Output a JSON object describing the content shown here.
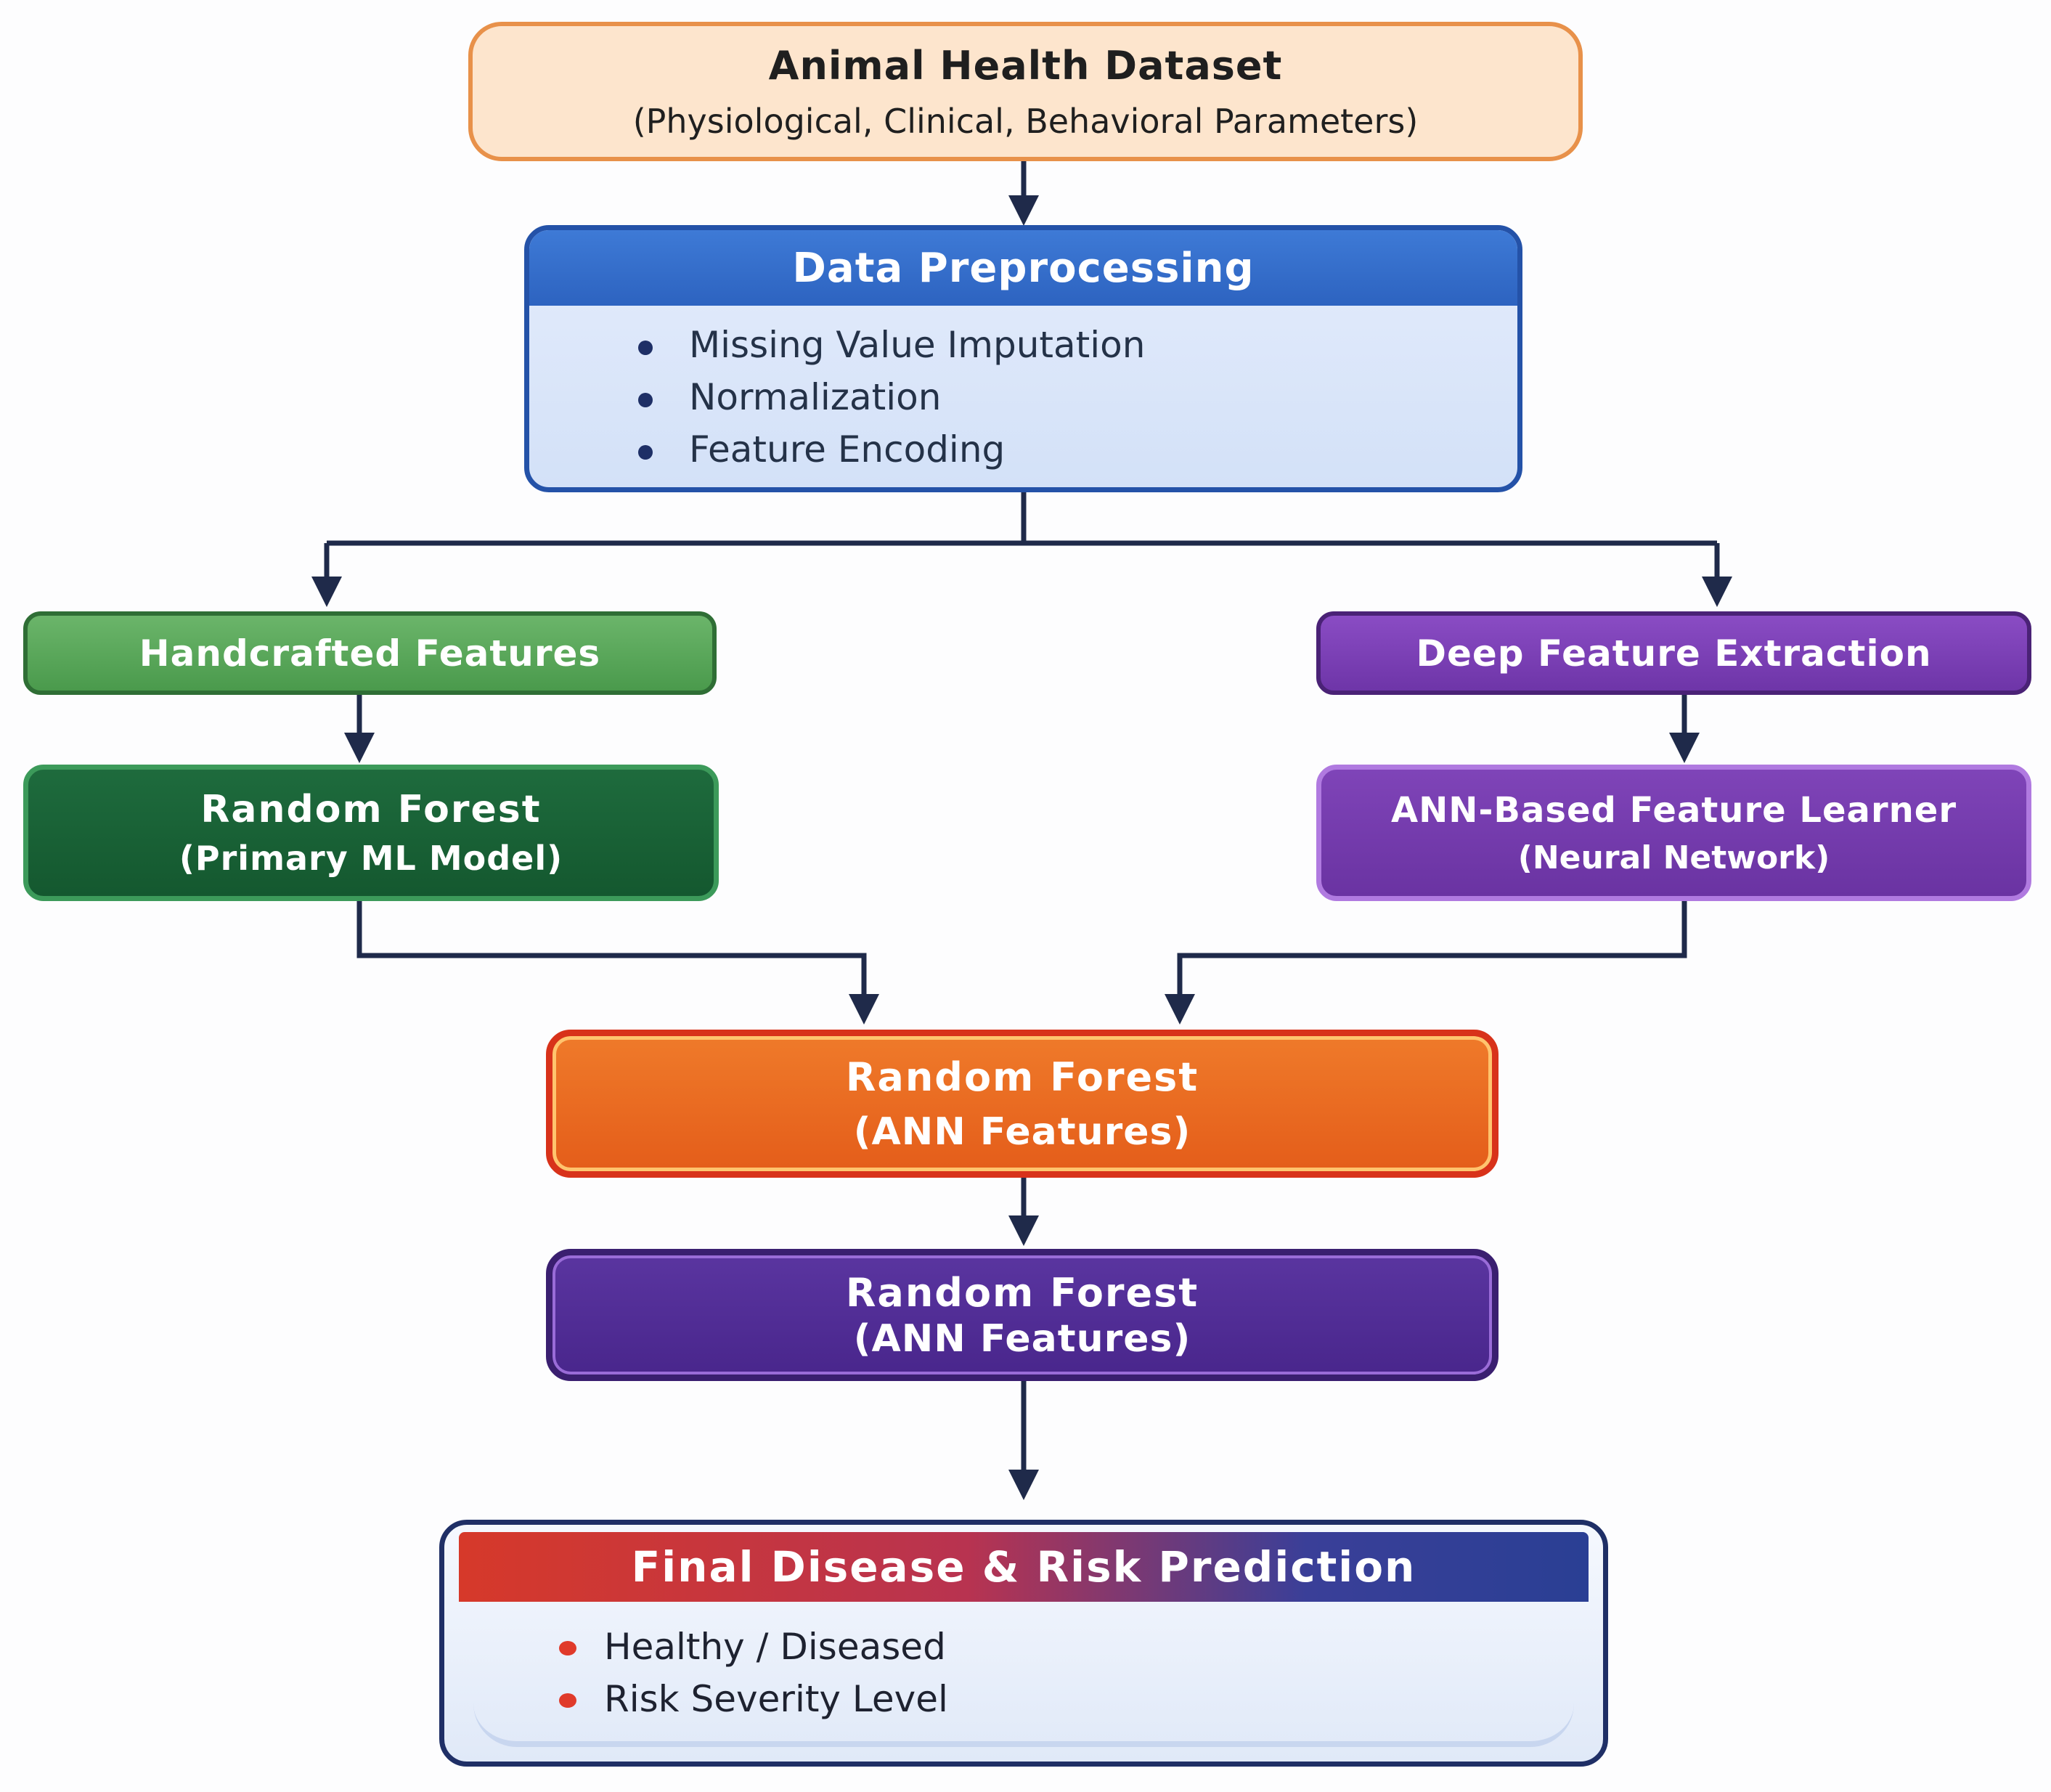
{
  "dataset": {
    "title": "Animal Health Dataset",
    "subtitle": "(Physiological, Clinical, Behavioral Parameters)"
  },
  "preprocessing": {
    "title": "Data Preprocessing",
    "items": [
      "Missing Value Imputation",
      "Normalization",
      "Feature Encoding"
    ]
  },
  "handcrafted": {
    "title": "Handcrafted Features"
  },
  "deep_extraction": {
    "title": "Deep Feature Extraction"
  },
  "rf_primary": {
    "title": "Random Forest",
    "subtitle": "(Primary ML Model)"
  },
  "ann_learner": {
    "title": "ANN-Based Feature Learner",
    "subtitle": "(Neural Network)"
  },
  "rf_ann_orange": {
    "title": "Random Forest",
    "subtitle": "(ANN Features)"
  },
  "rf_ann_purple": {
    "title": "Random Forest",
    "subtitle": "(ANN Features)"
  },
  "final": {
    "title": "Final Disease & Risk Prediction",
    "items": [
      "Healthy / Diseased",
      "Risk Severity Level"
    ]
  },
  "colors": {
    "dataset": "#fde5cd",
    "preprocessing_header": "#3e7ad6",
    "handcrafted": "#5aa85a",
    "deep_extraction": "#7c40b6",
    "rf_primary": "#1a6236",
    "ann_learner": "#7540ae",
    "rf_ann_orange": "#e86a22",
    "rf_ann_purple": "#502d96",
    "connector": "#1f2a4a"
  }
}
